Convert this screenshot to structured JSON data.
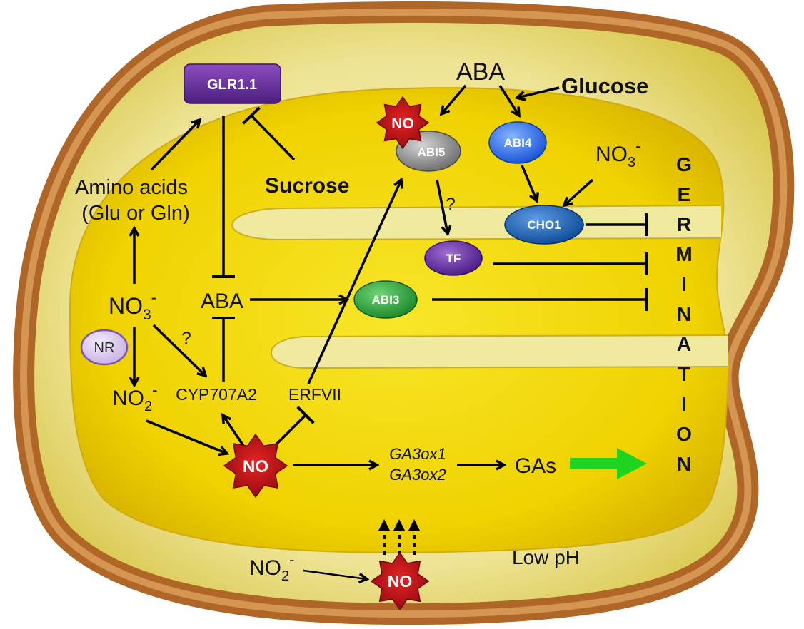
{
  "colors": {
    "seed_coat": "#b06626",
    "endosperm": "#f4eca0",
    "embryo": "#f2d200",
    "nitrogen_red": "#e8161a",
    "sugar_blue": "#1c1ca6",
    "germination_arrow": "#1ed41e"
  },
  "nodes": {
    "glr": "GLR1.1",
    "aba_top": "ABA",
    "glucose": "Glucose",
    "sucrose": "Sucrose",
    "amino_acids": [
      "Amino acids",
      "(Glu or Gln)"
    ],
    "aba_middle": "ABA",
    "abi5": "ABI5",
    "abi4": "ABI4",
    "abi3": "ABI3",
    "cho1": "CHO1",
    "tf": "TF",
    "nr": "NR",
    "cyp707a2": "CYP707A2",
    "erfvii": "ERFVII",
    "ga3ox": [
      "GA3ox1",
      "GA3ox2"
    ],
    "gas": "GAs",
    "low_ph": "Low pH",
    "no_top": "NO",
    "no_middle": "NO",
    "no_bottom": "NO",
    "nitrate_left": {
      "base": "NO",
      "sub": "3",
      "sup": "-"
    },
    "nitrate_right": {
      "base": "NO",
      "sub": "3",
      "sup": "-"
    },
    "nitrite_left": {
      "base": "NO",
      "sub": "2",
      "sup": "-"
    },
    "nitrite_bottom": {
      "base": "NO",
      "sub": "2",
      "sup": "-"
    },
    "question_upper": "?",
    "question_lower": "?"
  },
  "germination": [
    "G",
    "E",
    "R",
    "M",
    "I",
    "N",
    "A",
    "T",
    "I",
    "O",
    "N"
  ]
}
